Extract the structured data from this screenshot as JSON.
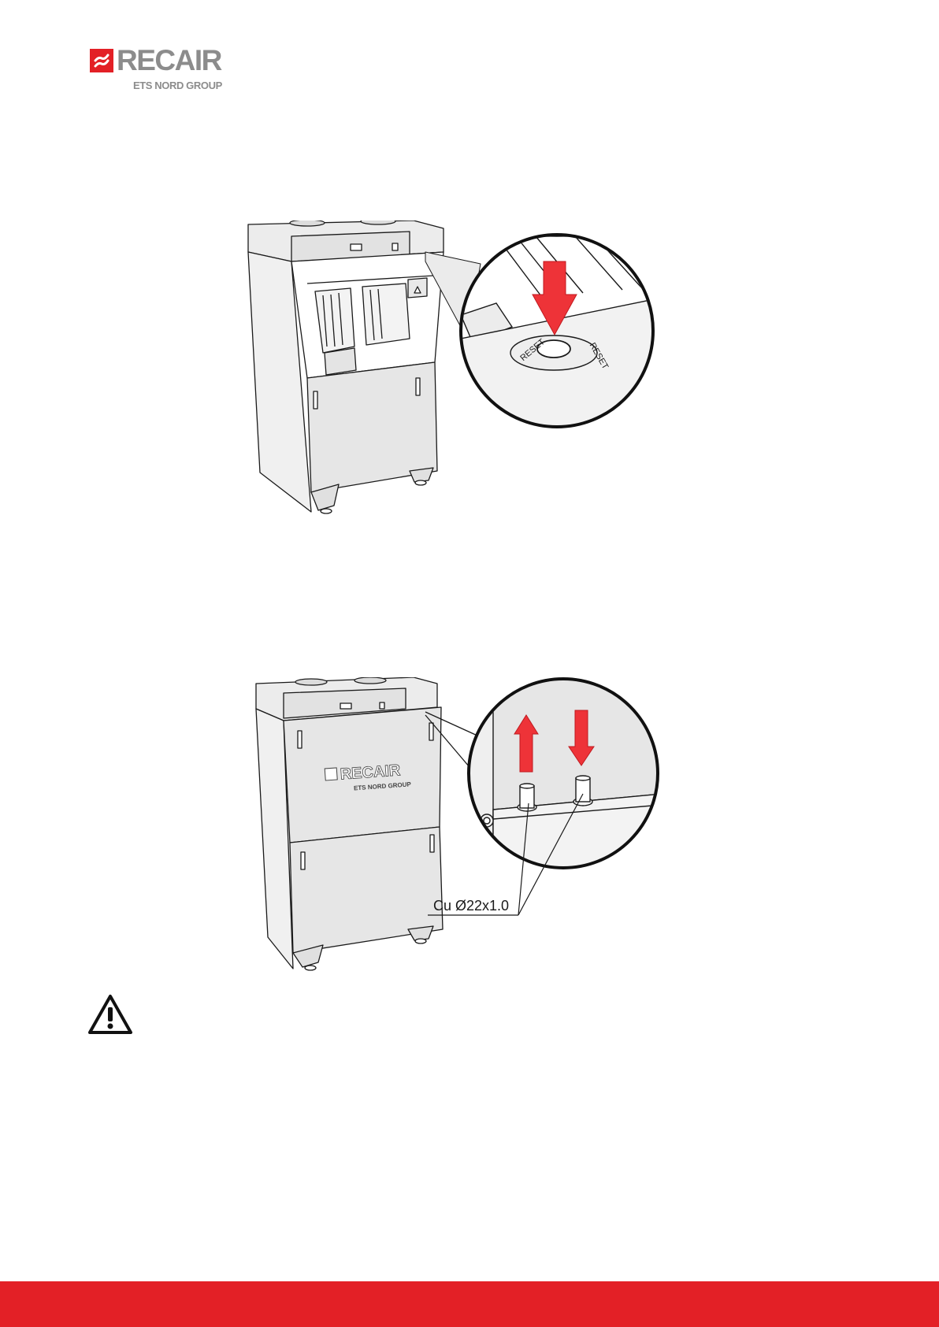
{
  "header": {
    "logo": {
      "wordmark": "RECAIR",
      "subtitle": "ETS NORD GROUP",
      "mark_color": "#e32026",
      "text_color": "#8c8c8c"
    }
  },
  "figure_1": {
    "reset_label": "RESET"
  },
  "figure_2": {
    "unit_logo_wordmark": "RECAIR",
    "unit_logo_subtitle": "ETS NORD GROUP",
    "pipe_callout": "Cu Ø22x1.0"
  },
  "warning": {
    "icon": "warning-triangle-icon"
  },
  "footer": {
    "bar_color": "#e32026"
  },
  "colors": {
    "accent_red": "#e32026",
    "arrow_red": "#ee3338",
    "panel_gray": "#e6e6e6",
    "line_black": "#1a1a1a"
  }
}
